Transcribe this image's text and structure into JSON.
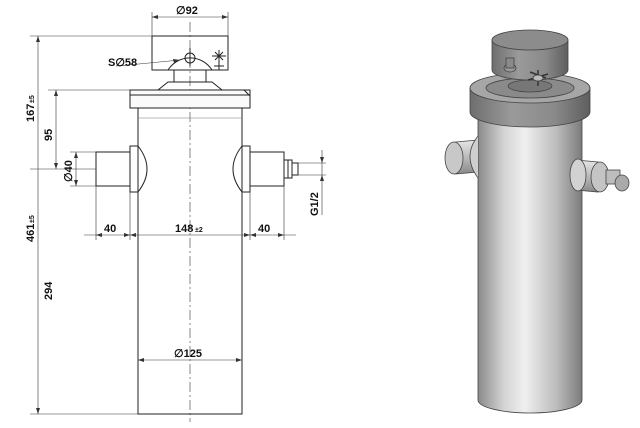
{
  "dimensions": {
    "head_diameter": "∅92",
    "ball_diameter": "S∅58",
    "upper_height": "167",
    "upper_height_tol": "±5",
    "total_height": "461",
    "total_height_tol": "±5",
    "pin_height": "95",
    "pin_diameter": "∅40",
    "left_pin_length": "40",
    "pin_span": "148",
    "pin_span_tol": "±2",
    "right_pin_length": "40",
    "port_thread": "G1/2",
    "lower_height": "294",
    "body_diameter": "∅125"
  }
}
